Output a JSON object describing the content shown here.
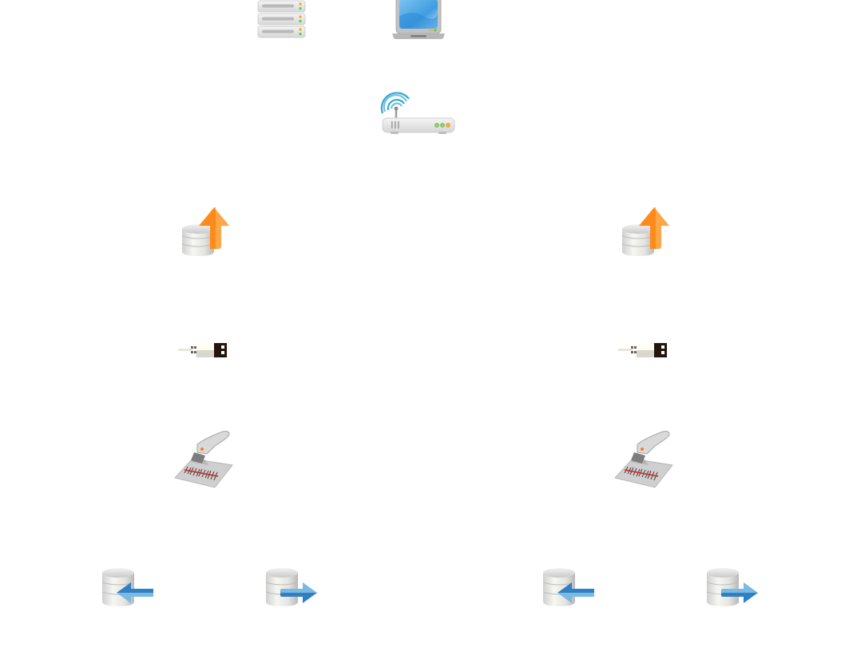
{
  "diagram": {
    "type": "network-device-icons",
    "background": "#ffffff",
    "colors": {
      "upload_arrow": "#ff8a1c",
      "transfer_arrow_dark": "#2f7fc4",
      "transfer_arrow_light": "#79b9e2",
      "laptop_screen": "#3f9de0",
      "status_green": "#5ccf3a",
      "status_orange": "#f5a623",
      "barcode_laser": "#e02020",
      "wifi_signal": "#3aa6d0"
    },
    "nodes": [
      {
        "id": "server",
        "icon": "server-rack-icon"
      },
      {
        "id": "laptop",
        "icon": "laptop-icon"
      },
      {
        "id": "router",
        "icon": "wifi-router-icon"
      },
      {
        "id": "upload-left",
        "icon": "database-upload-icon"
      },
      {
        "id": "upload-right",
        "icon": "database-upload-icon"
      },
      {
        "id": "usb-left",
        "icon": "usb-connector-icon"
      },
      {
        "id": "usb-right",
        "icon": "usb-connector-icon"
      },
      {
        "id": "scanner-left",
        "icon": "barcode-scanner-icon"
      },
      {
        "id": "scanner-right",
        "icon": "barcode-scanner-icon"
      },
      {
        "id": "import-1",
        "icon": "database-import-icon"
      },
      {
        "id": "export-1",
        "icon": "database-export-icon"
      },
      {
        "id": "import-2",
        "icon": "database-import-icon"
      },
      {
        "id": "export-2",
        "icon": "database-export-icon"
      }
    ]
  }
}
